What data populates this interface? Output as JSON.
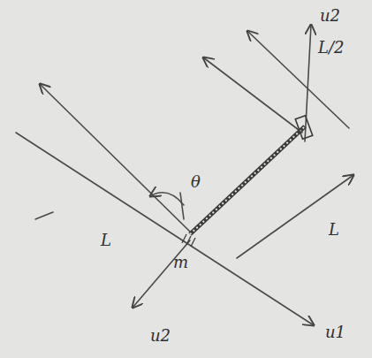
{
  "diagram": {
    "labels": [
      "u2",
      "L/2",
      "θ",
      "L",
      "L",
      "m",
      "u2",
      "u1"
    ]
  }
}
